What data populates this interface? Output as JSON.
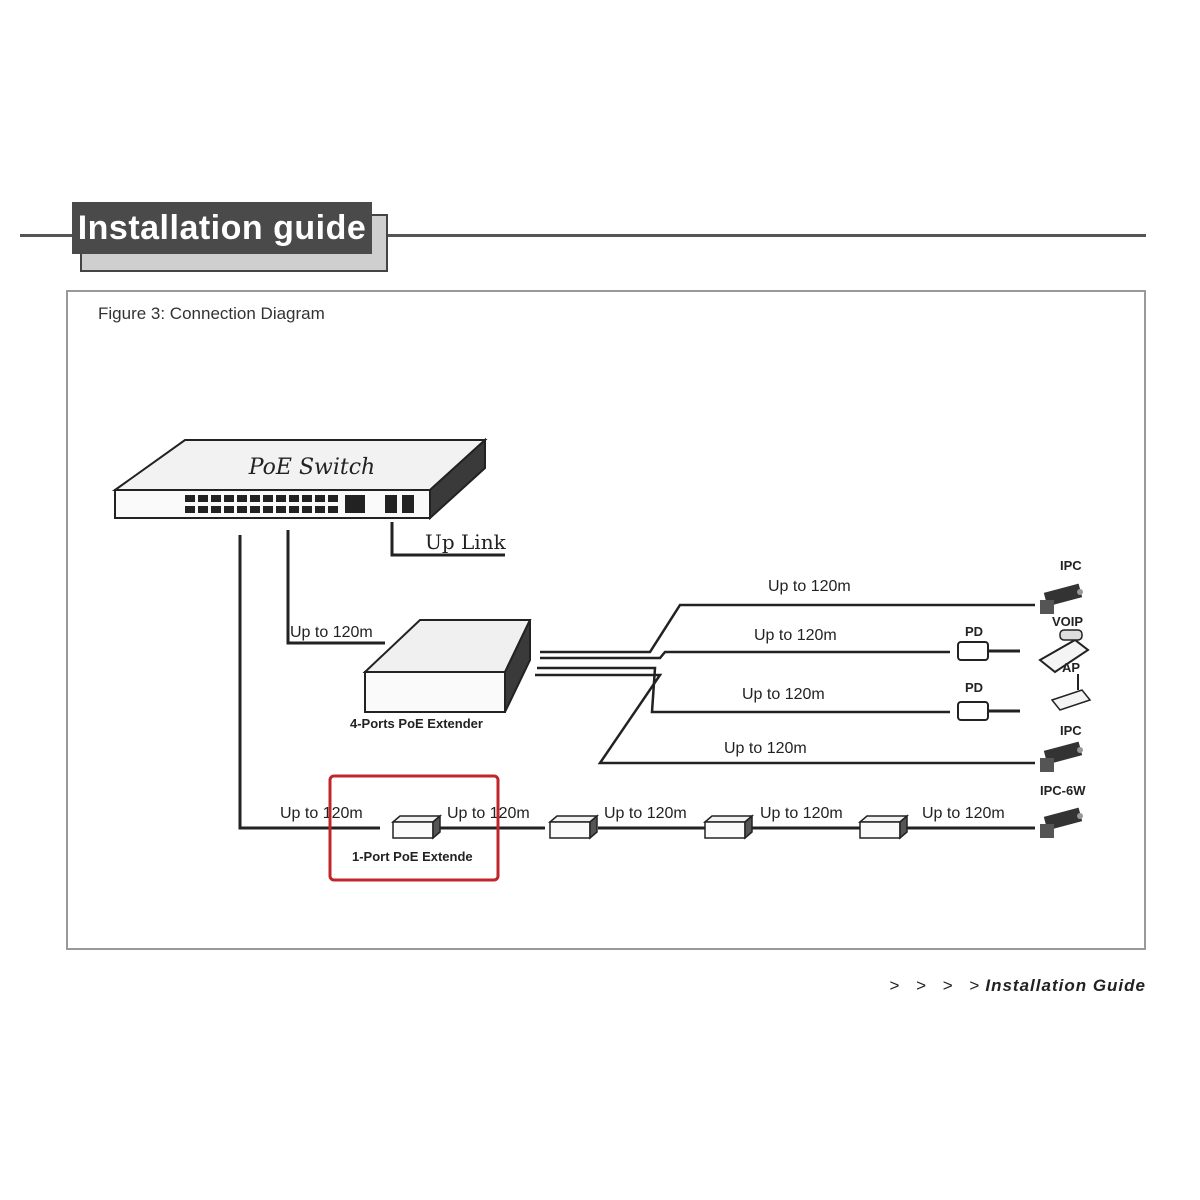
{
  "header": {
    "title": "Installation guide"
  },
  "figure": {
    "caption": "Figure 3: Connection Diagram"
  },
  "switch": {
    "label": "PoE Switch",
    "uplink_label": "Up Link"
  },
  "extender4": {
    "label": "4-Ports PoE Extender"
  },
  "extender1": {
    "label": "1-Port PoE Extende"
  },
  "cable_label": "Up to 120m",
  "devices": {
    "ipc1": "IPC",
    "pd1": "PD",
    "voip": "VOIP",
    "pd2": "PD",
    "ap": "AP",
    "ipc2": "IPC",
    "ipc3": "IPC-6W"
  },
  "footer": {
    "arrows": "> > > >",
    "label": "Installation Guide"
  },
  "colors": {
    "highlight": "#c0252b",
    "line": "#222222",
    "tab": "#4a4a4a"
  }
}
